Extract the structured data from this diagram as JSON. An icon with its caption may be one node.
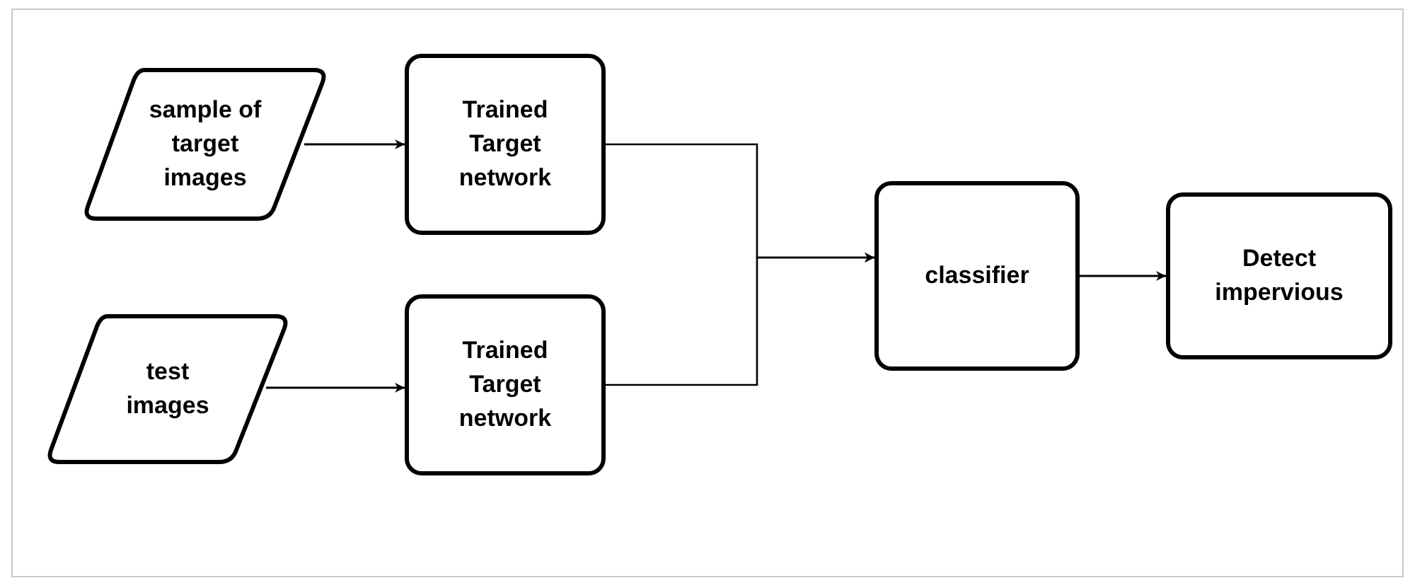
{
  "diagram": {
    "nodes": [
      {
        "text": [
          "sample of target images"
        ]
      },
      {
        "text": [
          "Trained Target network"
        ]
      },
      {
        "text": [
          "test images"
        ]
      },
      {
        "text": [
          "Trained Target network"
        ]
      },
      {
        "text": [
          "classifier"
        ]
      },
      {
        "text": [
          "Detect impervious"
        ]
      }
    ],
    "edges": [
      {
        "from": 0,
        "to": 1,
        "arrow": "to"
      },
      {
        "from": 2,
        "to": 3,
        "arrow": "to"
      },
      {
        "from": 1,
        "to": 4,
        "arrow": "to"
      },
      {
        "from": 3,
        "to": 4,
        "arrow": "to"
      },
      {
        "from": 4,
        "to": 5,
        "arrow": "to"
      }
    ]
  }
}
